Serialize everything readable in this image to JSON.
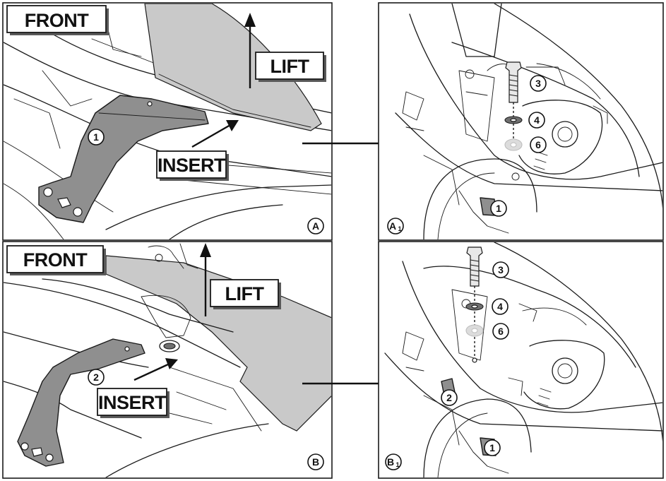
{
  "labels": {
    "front": "FRONT",
    "lift": "LIFT",
    "insert": "INSERT"
  },
  "panels": {
    "a": {
      "letter": "A",
      "callouts": [
        "1"
      ]
    },
    "a1": {
      "letter": "A",
      "sub": "1",
      "callouts": [
        "3",
        "4",
        "6",
        "1"
      ]
    },
    "b": {
      "letter": "B",
      "callouts": [
        "2"
      ]
    },
    "b1": {
      "letter": "B",
      "sub": "1",
      "callouts": [
        "3",
        "4",
        "6",
        "2",
        "1"
      ]
    }
  }
}
